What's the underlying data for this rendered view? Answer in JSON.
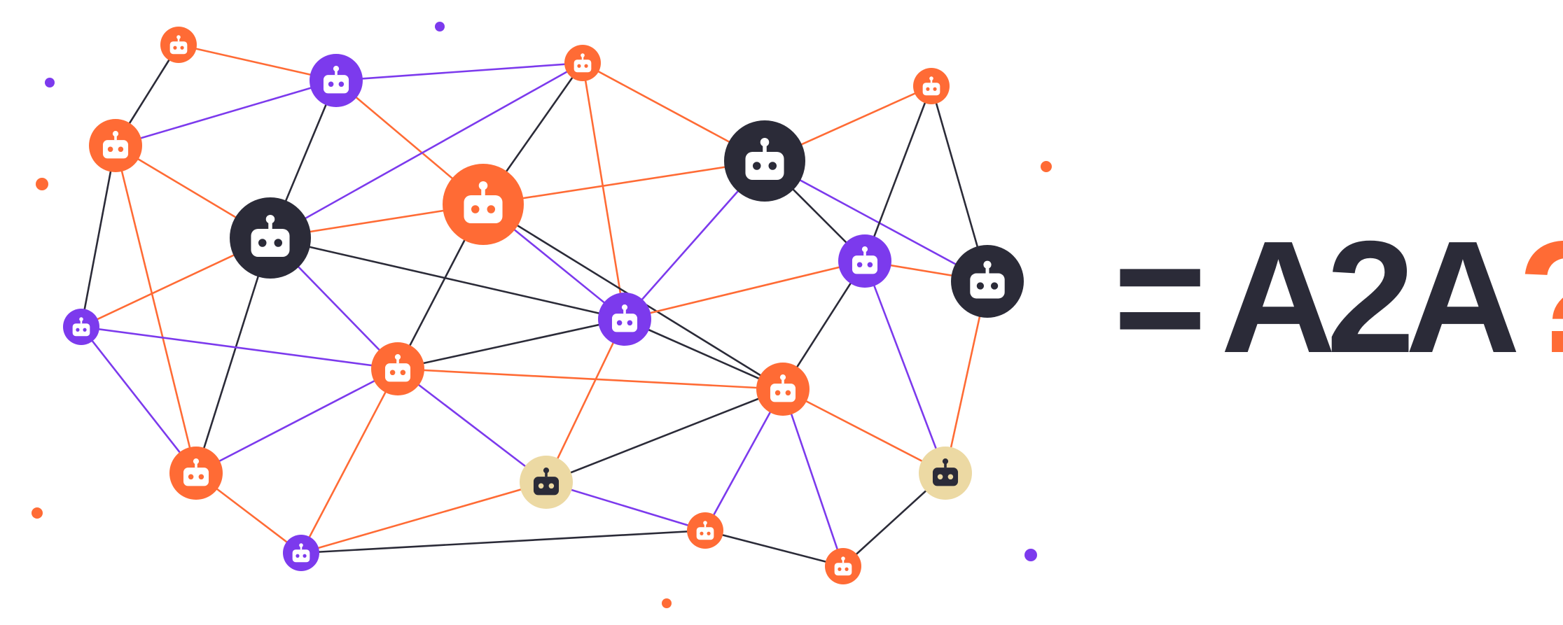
{
  "colors": {
    "orange": "#ff6b35",
    "purple": "#7c3aed",
    "dark": "#2b2b38",
    "beige": "#ecd9a3",
    "white": "#ffffff"
  },
  "headline": {
    "equals": "=",
    "text": "A2A",
    "question": "?",
    "text_color": "#2b2b38",
    "question_color": "#ff6b35"
  },
  "diagram": {
    "icon": "robot-icon",
    "nodes": [
      {
        "id": "n1",
        "color": "orange"
      },
      {
        "id": "n2",
        "color": "purple"
      },
      {
        "id": "n3",
        "color": "orange"
      },
      {
        "id": "n4",
        "color": "orange"
      },
      {
        "id": "n5",
        "color": "dark"
      },
      {
        "id": "n6",
        "color": "orange"
      },
      {
        "id": "n7",
        "color": "dark"
      },
      {
        "id": "n8",
        "color": "orange"
      },
      {
        "id": "n9",
        "color": "purple"
      },
      {
        "id": "n10",
        "color": "dark"
      },
      {
        "id": "n11",
        "color": "purple"
      },
      {
        "id": "n12",
        "color": "purple"
      },
      {
        "id": "n13",
        "color": "orange"
      },
      {
        "id": "n14",
        "color": "orange"
      },
      {
        "id": "n15",
        "color": "orange"
      },
      {
        "id": "n16",
        "color": "beige"
      },
      {
        "id": "n17",
        "color": "beige"
      },
      {
        "id": "n18",
        "color": "purple"
      },
      {
        "id": "n19",
        "color": "orange"
      },
      {
        "id": "n20",
        "color": "orange"
      }
    ],
    "edges": [
      [
        "n1",
        "n2",
        "orange"
      ],
      [
        "n1",
        "n4",
        "dark"
      ],
      [
        "n2",
        "n4",
        "purple"
      ],
      [
        "n2",
        "n3",
        "purple"
      ],
      [
        "n2",
        "n5",
        "dark"
      ],
      [
        "n2",
        "n6",
        "orange"
      ],
      [
        "n3",
        "n7",
        "orange"
      ],
      [
        "n3",
        "n6",
        "dark"
      ],
      [
        "n3",
        "n5",
        "purple"
      ],
      [
        "n3",
        "n11",
        "orange"
      ],
      [
        "n4",
        "n5",
        "orange"
      ],
      [
        "n4",
        "n12",
        "dark"
      ],
      [
        "n4",
        "n15",
        "orange"
      ],
      [
        "n5",
        "n6",
        "orange"
      ],
      [
        "n5",
        "n12",
        "orange"
      ],
      [
        "n5",
        "n11",
        "dark"
      ],
      [
        "n5",
        "n13",
        "purple"
      ],
      [
        "n5",
        "n15",
        "dark"
      ],
      [
        "n6",
        "n7",
        "orange"
      ],
      [
        "n6",
        "n11",
        "purple"
      ],
      [
        "n6",
        "n14",
        "dark"
      ],
      [
        "n6",
        "n13",
        "dark"
      ],
      [
        "n7",
        "n11",
        "purple"
      ],
      [
        "n7",
        "n9",
        "dark"
      ],
      [
        "n7",
        "n10",
        "purple"
      ],
      [
        "n8",
        "n9",
        "dark"
      ],
      [
        "n8",
        "n7",
        "orange"
      ],
      [
        "n8",
        "n10",
        "dark"
      ],
      [
        "n9",
        "n10",
        "orange"
      ],
      [
        "n9",
        "n11",
        "orange"
      ],
      [
        "n9",
        "n14",
        "dark"
      ],
      [
        "n9",
        "n17",
        "purple"
      ],
      [
        "n10",
        "n17",
        "orange"
      ],
      [
        "n11",
        "n13",
        "dark"
      ],
      [
        "n11",
        "n14",
        "dark"
      ],
      [
        "n11",
        "n16",
        "orange"
      ],
      [
        "n12",
        "n13",
        "purple"
      ],
      [
        "n12",
        "n15",
        "purple"
      ],
      [
        "n13",
        "n14",
        "orange"
      ],
      [
        "n13",
        "n15",
        "purple"
      ],
      [
        "n13",
        "n16",
        "purple"
      ],
      [
        "n13",
        "n18",
        "orange"
      ],
      [
        "n14",
        "n16",
        "dark"
      ],
      [
        "n14",
        "n17",
        "orange"
      ],
      [
        "n14",
        "n19",
        "purple"
      ],
      [
        "n14",
        "n20",
        "purple"
      ],
      [
        "n15",
        "n18",
        "orange"
      ],
      [
        "n16",
        "n18",
        "orange"
      ],
      [
        "n16",
        "n19",
        "purple"
      ],
      [
        "n18",
        "n19",
        "dark"
      ],
      [
        "n19",
        "n20",
        "dark"
      ],
      [
        "n20",
        "n17",
        "dark"
      ]
    ],
    "dots": [
      {
        "color": "purple"
      },
      {
        "color": "purple"
      },
      {
        "color": "orange"
      },
      {
        "color": "orange"
      },
      {
        "color": "orange"
      },
      {
        "color": "purple"
      },
      {
        "color": "orange"
      }
    ]
  }
}
